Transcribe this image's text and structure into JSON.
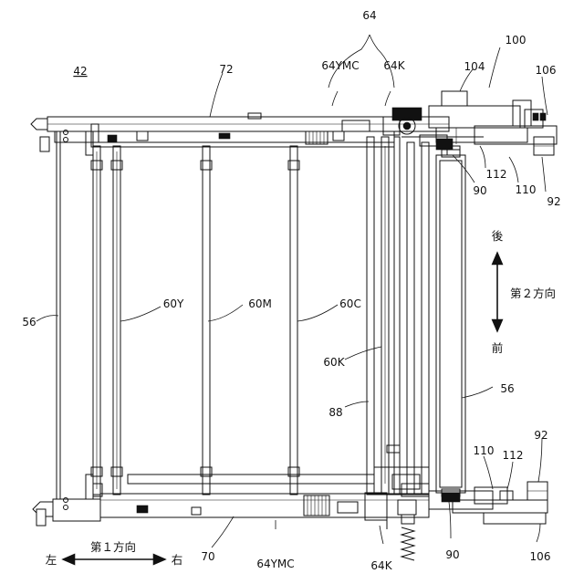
{
  "labels": {
    "figure_number": "42",
    "r64": "64",
    "r64ymc_top": "64YMC",
    "r64k_top": "64K",
    "r100": "100",
    "r104": "104",
    "r106_top": "106",
    "r72": "72",
    "r112_top": "112",
    "r110_top": "110",
    "r90_top": "90",
    "r92_top": "92",
    "r56_left": "56",
    "r60y": "60Y",
    "r60m": "60M",
    "r60c": "60C",
    "r60k": "60K",
    "r88": "88",
    "r56_right": "56",
    "r92_bottom": "92",
    "r110_bottom": "110",
    "r112_bottom": "112",
    "r70": "70",
    "r64ymc_bottom": "64YMC",
    "r64k_bottom": "64K",
    "r90_bottom": "90",
    "r106_bottom": "106"
  },
  "directions": {
    "rear": "後",
    "second_direction": "第２方向",
    "front": "前",
    "first_direction": "第１方向",
    "left": "左",
    "right": "右"
  }
}
